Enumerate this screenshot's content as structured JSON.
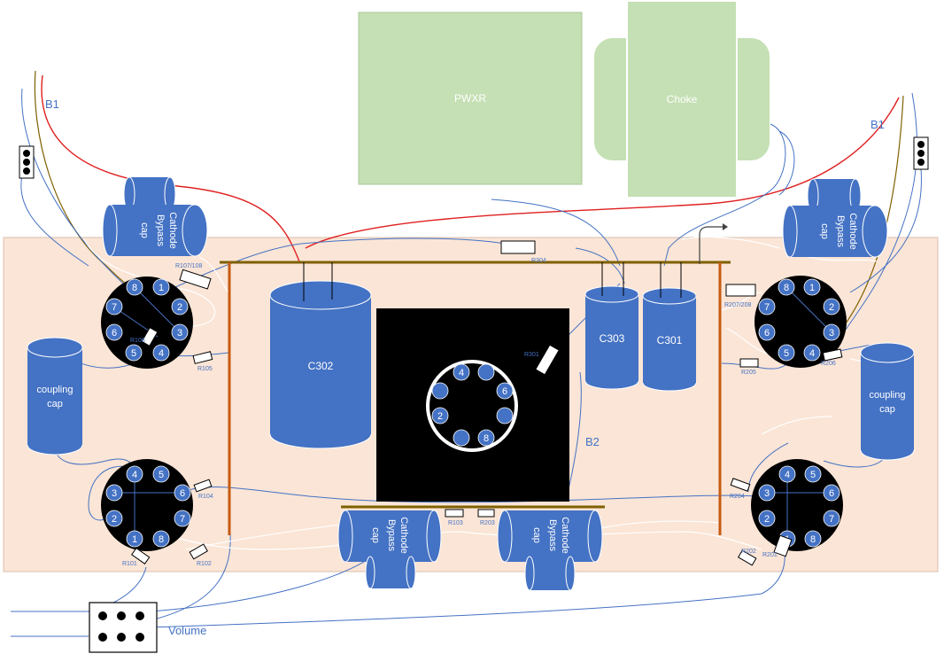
{
  "labels": {
    "pwxr": "PWXR",
    "choke": "Choke",
    "b1": "B1",
    "b2": "B2",
    "volume": "Volume",
    "coupling": "coupling",
    "cap": "cap",
    "cathode": "Cathode",
    "bypass": "Bypass",
    "c302": "C302",
    "c303": "C303",
    "c301": "C301"
  },
  "resistors": {
    "r107_108": "R107/108",
    "r106": "R106",
    "r105": "R105",
    "r104": "R104",
    "r101": "R101",
    "r102": "R102",
    "r103": "R103",
    "r203": "R203",
    "r301": "R301",
    "r304": "R304",
    "r207_208": "R207/208",
    "r206": "R206",
    "r205": "R205",
    "r204": "R204",
    "r202": "R202",
    "r201": "R201"
  },
  "pins": [
    "1",
    "2",
    "3",
    "4",
    "5",
    "6",
    "7",
    "8"
  ],
  "colors": {
    "board": "#fbe5d6",
    "transformer": "#c5e0b4",
    "component_blue": "#4472c4",
    "bus_orange": "#c55a11",
    "bus_brown": "#7f6000",
    "wire_red": "#e02020",
    "wire_blue": "#4472c4",
    "wire_white": "#ffffff"
  }
}
